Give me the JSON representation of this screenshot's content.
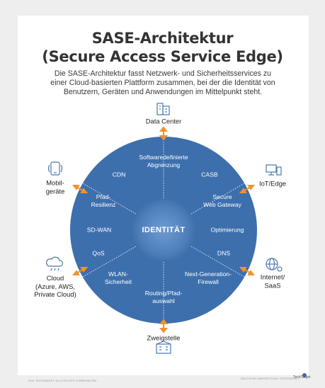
{
  "title_line1": "SASE-Architektur",
  "title_line2": "(Secure Access Service Edge)",
  "subtitle": "Die SASE-Architektur fasst Netzwerk- und Sicherheitsservices zu einer Cloud-basierten Plattform zusammen, bei der die Identität von Benutzern, Geräten und Anwendungen im Mittelpunkt steht.",
  "center": "IDENTITÄT",
  "services": {
    "swg_def": "Softwaredefinierte\nAbgrenzung",
    "cdn": "CDN",
    "casb": "CASB",
    "pfad": "Pfad-\nResilienz",
    "secure": "Secure\nWeb Gateway",
    "sdwan": "SD-WAN",
    "optim": "Optimierung",
    "qos": "QoS",
    "dns": "DNS",
    "wlan": "WLAN-\nSicherheit",
    "ngfw": "Next-Generation-\nFirewall",
    "routing": "Routing/Pfad-\nauswahl"
  },
  "external": {
    "datacenter": "Data Center",
    "mobile": "Mobil-\ngeräte",
    "iot": "IoT/Edge",
    "cloud": "Cloud\n(Azure, AWS,\nPrivate Cloud)",
    "internet": "Internet/\nSaaS",
    "branch": "Zweigstelle"
  },
  "footer_left": "2021 TECHTARGET. ALLE RECHTE VORBEHALTEN",
  "footer_mid": "DEUTSCHE ÜBERSETZUNG: TECHTARGET",
  "brand": "TechTarget",
  "colors": {
    "circle": "#3d6fad",
    "circle_inner": "#4f80bc",
    "arrow": "#f0932b",
    "icon": "#4a79b0"
  }
}
